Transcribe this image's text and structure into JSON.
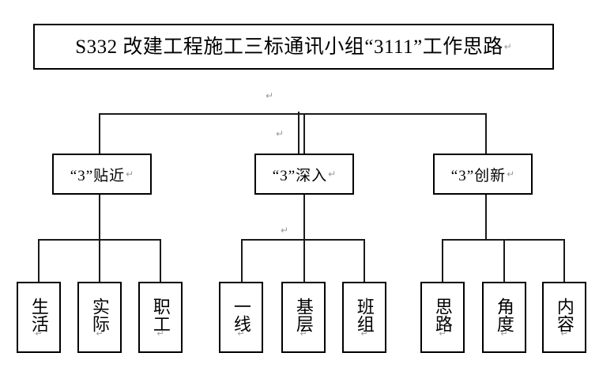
{
  "document": {
    "title": "S332 改建工程施工三标通讯小组“3111”工作思路",
    "paragraph_mark": "↵"
  },
  "chart_data": {
    "type": "diagram",
    "subtype": "organizational-tree",
    "title": "S332 改建工程施工三标通讯小组“3111”工作思路",
    "root": {
      "label": "S332 改建工程施工三标通讯小组“3111”工作思路"
    },
    "branches": [
      {
        "label": "“3”贴近",
        "children": [
          {
            "label": "生活"
          },
          {
            "label": "实际"
          },
          {
            "label": "职工"
          }
        ]
      },
      {
        "label": "“3”深入",
        "children": [
          {
            "label": "一线"
          },
          {
            "label": "基层"
          },
          {
            "label": "班组"
          }
        ]
      },
      {
        "label": "“3”创新",
        "children": [
          {
            "label": "思路"
          },
          {
            "label": "角度"
          },
          {
            "label": "内容"
          }
        ]
      }
    ],
    "colors": {
      "border": "#000000",
      "connector": "#1a1a1a",
      "background": "#ffffff",
      "text": "#000000",
      "mark": "#9a9a9a"
    }
  }
}
